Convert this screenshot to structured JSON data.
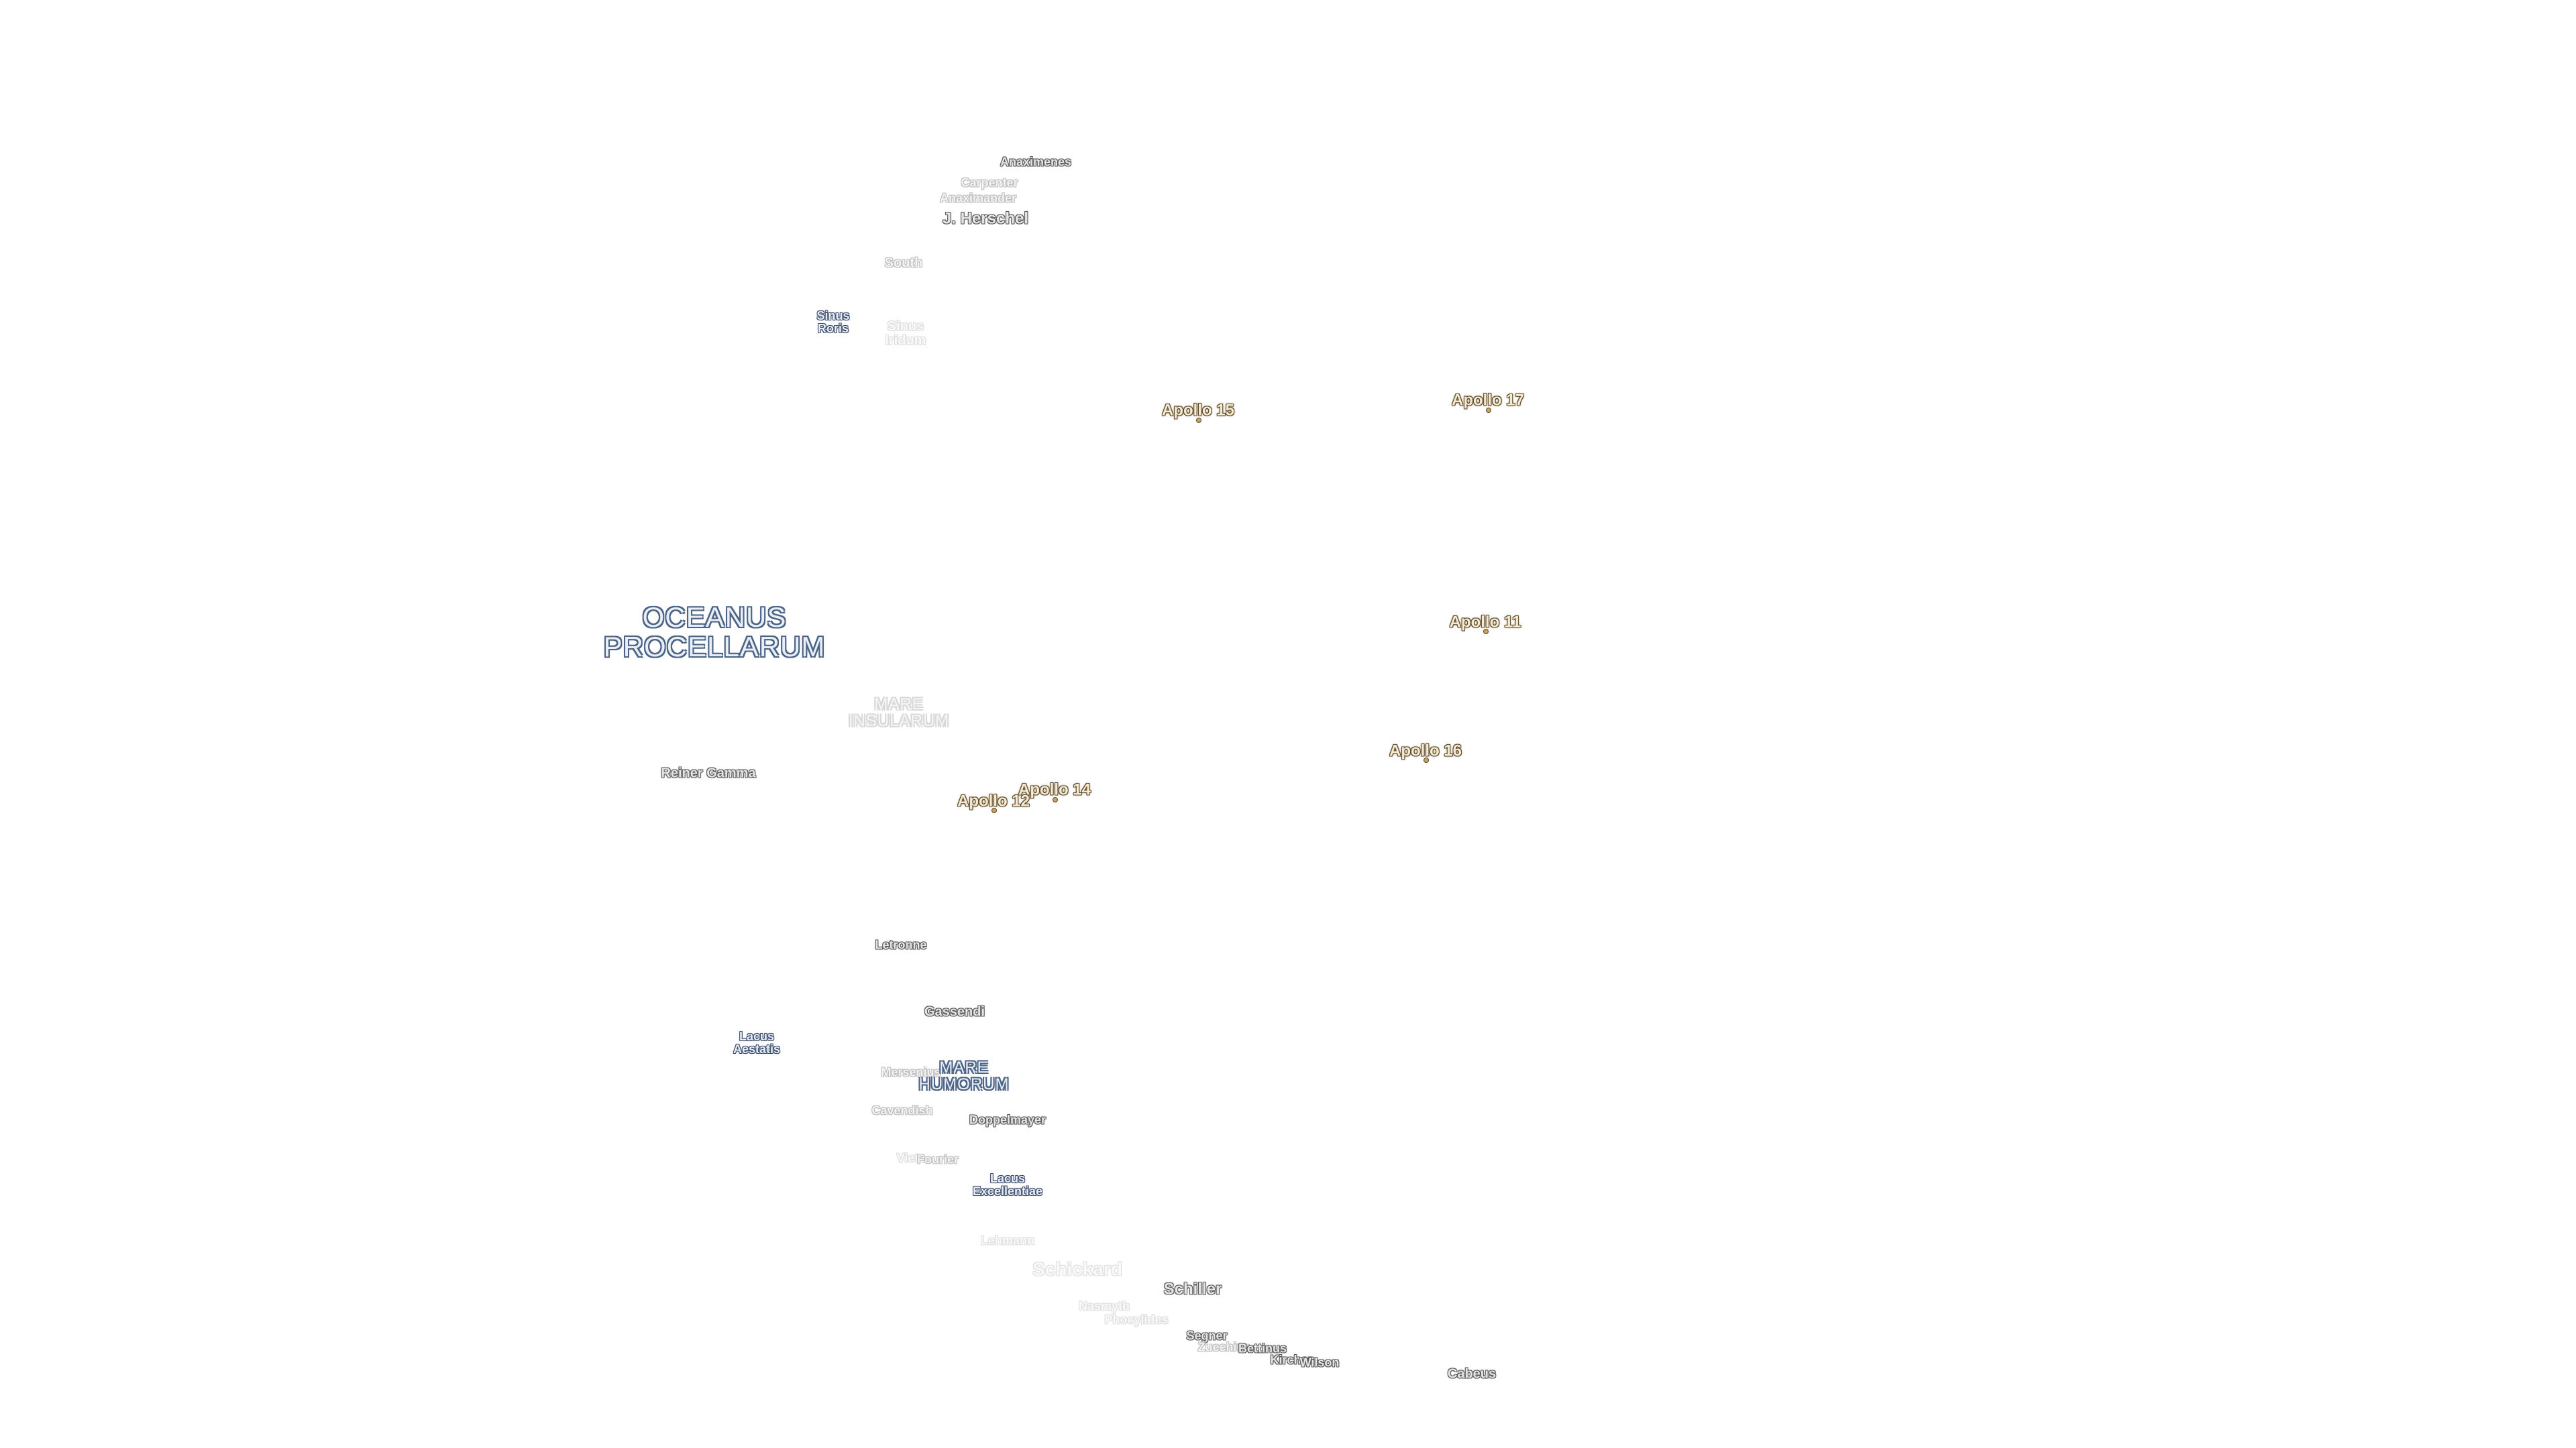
{
  "map": {
    "features": {
      "anaximenes": "Anaximenes",
      "carpenter": "Carpenter",
      "anaximander": "Anaximander",
      "j_herschel": "J. Herschel",
      "south": "South",
      "sinus_roris_1": "Sinus",
      "sinus_roris_2": "Roris",
      "sinus_iridum_1": "Sinus",
      "sinus_iridum_2": "Iridum",
      "reiner_gamma": "Reiner Gamma",
      "letronne": "Letronne",
      "gassendi": "Gassendi",
      "lacus_aestatis_1": "Lacus",
      "lacus_aestatis_2": "Aestatis",
      "mersenius": "Mersenius",
      "cavendish": "Cavendish",
      "doppelmayer": "Doppelmayer",
      "vieta": "Vieta",
      "fourier": "Fourier",
      "lacus_excellentiae_1": "Lacus",
      "lacus_excellentiae_2": "Excellentiae",
      "lehmann": "Lehmann",
      "schickard": "Schickard",
      "schiller": "Schiller",
      "nasmyth": "Nasmyth",
      "phocylides": "Phocylides",
      "segner": "Segner",
      "zucchius": "Zucchius",
      "bettinus": "Bettinus",
      "kircher": "Kircher",
      "wilson": "Wilson",
      "cabeus": "Cabeus"
    },
    "maria": {
      "oceanus_1": "OCEANUS",
      "oceanus_2": "PROCELLARUM",
      "insularum_1": "MARE",
      "insularum_2": "INSULARUM",
      "humorum_1": "MARE",
      "humorum_2": "HUMORUM"
    },
    "apollo_sites": {
      "apollo_11": "Apollo 11",
      "apollo_12": "Apollo 12",
      "apollo_14": "Apollo 14",
      "apollo_15": "Apollo 15",
      "apollo_16": "Apollo 16",
      "apollo_17": "Apollo 17"
    },
    "colors": {
      "background": "#ffffff",
      "apollo_label": "#f7ead0",
      "mare_halo": "#4a6284",
      "feature_halo": "#5a5a5a"
    }
  }
}
